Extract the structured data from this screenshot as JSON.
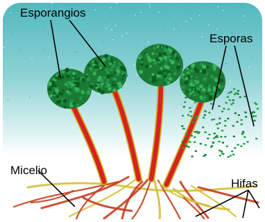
{
  "labels": {
    "sporangia": "Esporangios",
    "spores": "Esporas",
    "mycelium": "Micelio",
    "hyphae": "Hifas"
  },
  "colors": {
    "sky": "#66c4c8",
    "stalk": "#d8221e",
    "stalk_edge": "#c9b02a",
    "sporangium": "#1c8c3a",
    "spore": "#26a04a",
    "root": "#c83c1e",
    "root_alt": "#d3c038"
  },
  "icons": {
    "sporangium": "sporangium-cluster",
    "spore": "spore-dot"
  }
}
